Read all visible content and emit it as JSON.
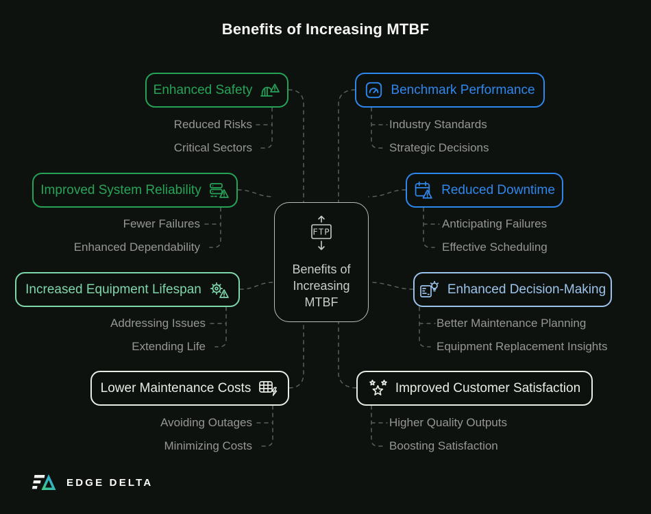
{
  "title": "Benefits of Increasing MTBF",
  "center": {
    "icon": "ftp-transfer-icon",
    "icon_text": "FTP",
    "lines": [
      "Benefits of",
      "Increasing",
      "MTBF"
    ]
  },
  "branches": [
    {
      "label": "Enhanced Safety",
      "icon": "safety-helmet-warning-icon",
      "color": "#25a458",
      "side": "left",
      "items": [
        "Reduced Risks",
        "Critical Sectors"
      ]
    },
    {
      "label": "Benchmark Performance",
      "icon": "gauge-icon",
      "color": "#2e87ec",
      "side": "right",
      "items": [
        "Industry Standards",
        "Strategic Decisions"
      ]
    },
    {
      "label": "Improved System Reliability",
      "icon": "server-warning-icon",
      "color": "#25a458",
      "side": "left",
      "items": [
        "Fewer Failures",
        "Enhanced Dependability"
      ]
    },
    {
      "label": "Reduced Downtime",
      "icon": "calendar-warning-icon",
      "color": "#2e87ec",
      "side": "right",
      "items": [
        "Anticipating Failures",
        "Effective Scheduling"
      ]
    },
    {
      "label": "Increased Equipment Lifespan",
      "icon": "gear-warning-icon",
      "color": "#7ed7ab",
      "side": "left",
      "items": [
        "Addressing Issues",
        "Extending Life"
      ]
    },
    {
      "label": "Enhanced Decision-Making",
      "icon": "kanban-lightbulb-icon",
      "color": "#9bc3eb",
      "side": "right",
      "items": [
        "Better Maintenance Planning",
        "Equipment Replacement Insights"
      ]
    },
    {
      "label": "Lower Maintenance Costs",
      "icon": "table-lightning-icon",
      "color": "#e8ece4",
      "side": "left",
      "items": [
        "Avoiding Outages",
        "Minimizing Costs"
      ]
    },
    {
      "label": "Improved Customer Satisfaction",
      "icon": "stars-icon",
      "color": "#e8ece4",
      "side": "right",
      "items": [
        "Higher Quality Outputs",
        "Boosting Satisfaction"
      ]
    }
  ],
  "footer": {
    "brand": "EDGE DELTA"
  },
  "colors": {
    "background": "#0e120f",
    "green": "#25a458",
    "mint": "#7ed7ab",
    "blue": "#2e87ec",
    "light_blue": "#9bc3eb",
    "white": "#e8ece4",
    "subtext": "#969692",
    "dash": "#5a5f5a",
    "center_border": "#b9beb9",
    "center_text": "#c8ccc8",
    "logo_gradient_start": "#3bd080",
    "logo_gradient_end": "#2b9ff0"
  }
}
